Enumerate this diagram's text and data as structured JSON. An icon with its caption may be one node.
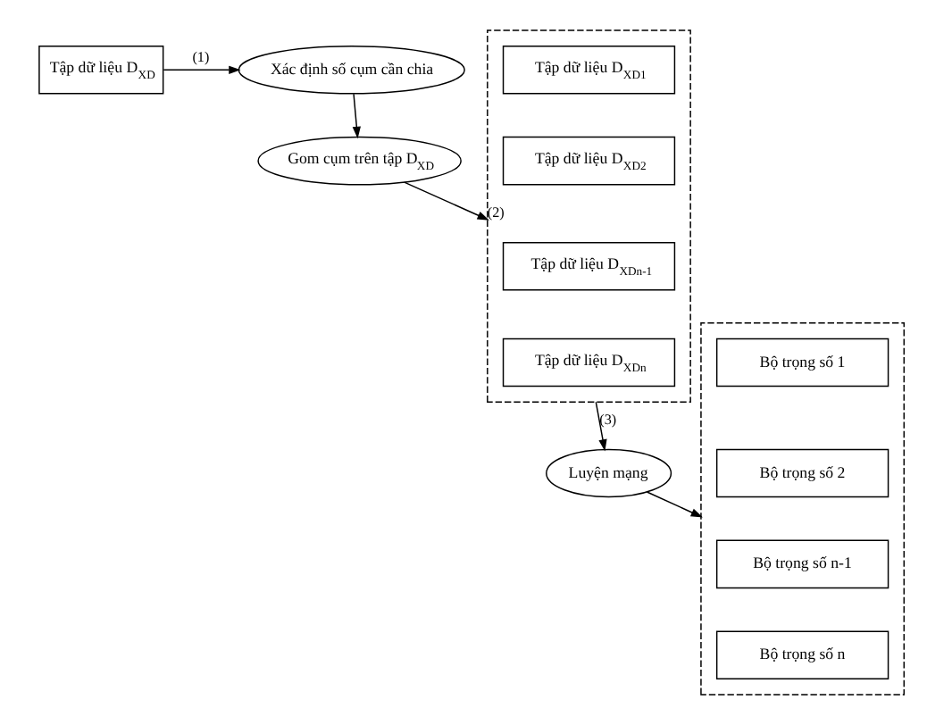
{
  "diagram": {
    "nodes": [
      {
        "text": [
          "Tập dữ liệu D$_{XD}$"
        ]
      },
      {
        "text": [
          "Xác định số cụm cần chia"
        ]
      },
      {
        "text": [
          "Gom cụm trên tập D$_{XD}$"
        ]
      },
      {
        "text": [],
        "shape": "box"
      },
      {
        "text": [
          "Tập dữ liệu D$_{XD1}$"
        ],
        "in": 3
      },
      {
        "text": [
          "Tập dữ liệu D$_{XD2}$"
        ],
        "in": 3
      },
      {
        "text": [
          "Tập dữ liệu D$_{XDn-1}$"
        ],
        "in": 3
      },
      {
        "text": [
          "Tập dữ liệu D$_{XDn}$"
        ],
        "in": 3
      },
      {
        "text": [
          "Luyện mạng"
        ]
      },
      {
        "text": [],
        "shape": "box"
      },
      {
        "text": [
          "Bộ trọng số 1"
        ],
        "in": 9
      },
      {
        "text": [
          "Bộ trọng số 2"
        ],
        "in": 9
      },
      {
        "text": [
          "Bộ trọng số n-1"
        ],
        "in": 9
      },
      {
        "text": [
          "Bộ trọng số n"
        ],
        "in": 9
      }
    ],
    "edges": [
      {
        "from": 0,
        "to": 1,
        "label": "(1)",
        "arrow": "to"
      },
      {
        "from": 1,
        "to": 2,
        "arrow": "to"
      },
      {
        "from": 2,
        "to": 3,
        "label": "(2)",
        "arrow": "to"
      },
      {
        "from": 3,
        "to": 8,
        "label": "(3)",
        "arrow": "to"
      },
      {
        "from": 8,
        "to": 9,
        "arrow": "to"
      }
    ]
  }
}
